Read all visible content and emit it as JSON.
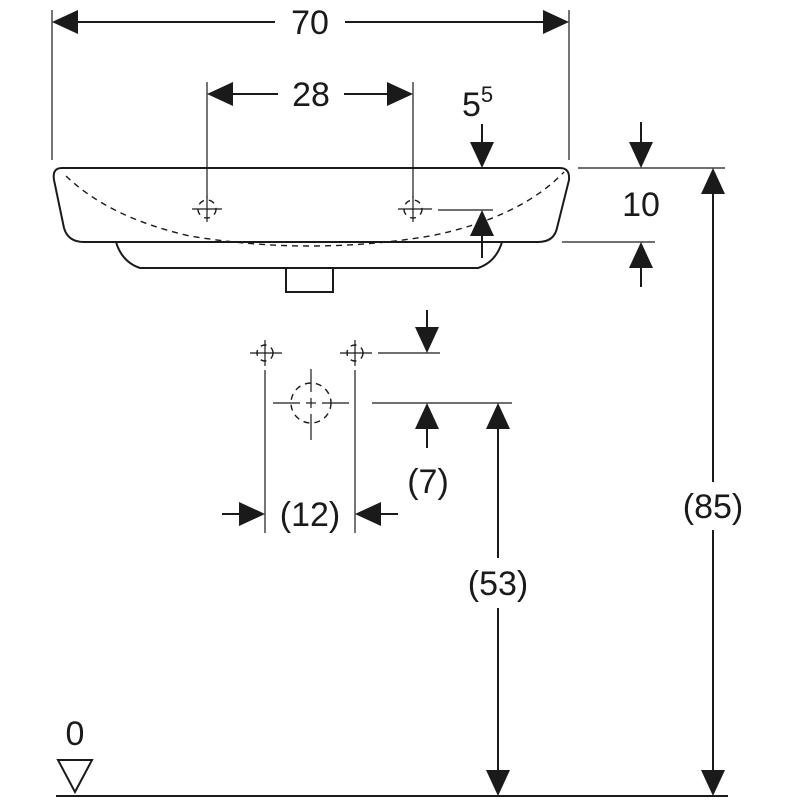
{
  "dimensions": {
    "overall_width": "70",
    "tap_hole_spacing": "28",
    "rim_offset_base": "5",
    "rim_offset_sup": "5",
    "basin_height": "10",
    "supply_spacing": "(12)",
    "supply_offset": "(7)",
    "drain_height": "(53)",
    "rim_height": "(85)",
    "floor_level": "0"
  },
  "colors": {
    "line": "#1a1a1a",
    "background": "#ffffff"
  }
}
